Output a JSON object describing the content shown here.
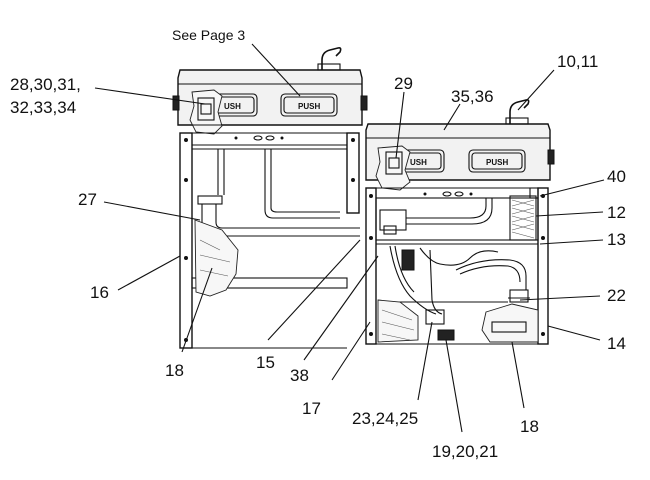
{
  "callouts": {
    "see_page": "See Page 3",
    "c28_line1": "28,30,31,",
    "c28_line2": "32,33,34",
    "c29": "29",
    "c35": "35,36",
    "c10": "10,11",
    "c40": "40",
    "c27": "27",
    "c12": "12",
    "c13": "13",
    "c16": "16",
    "c22": "22",
    "c14": "14",
    "c18_left": "18",
    "c15": "15",
    "c38": "38",
    "c17": "17",
    "c23": "23,24,25",
    "c18_right": "18",
    "c19": "19,20,21"
  },
  "buttons": {
    "left_push_1": "USH",
    "left_push_2": "PUSH",
    "right_push_1": "USH",
    "right_push_2": "PUSH"
  }
}
